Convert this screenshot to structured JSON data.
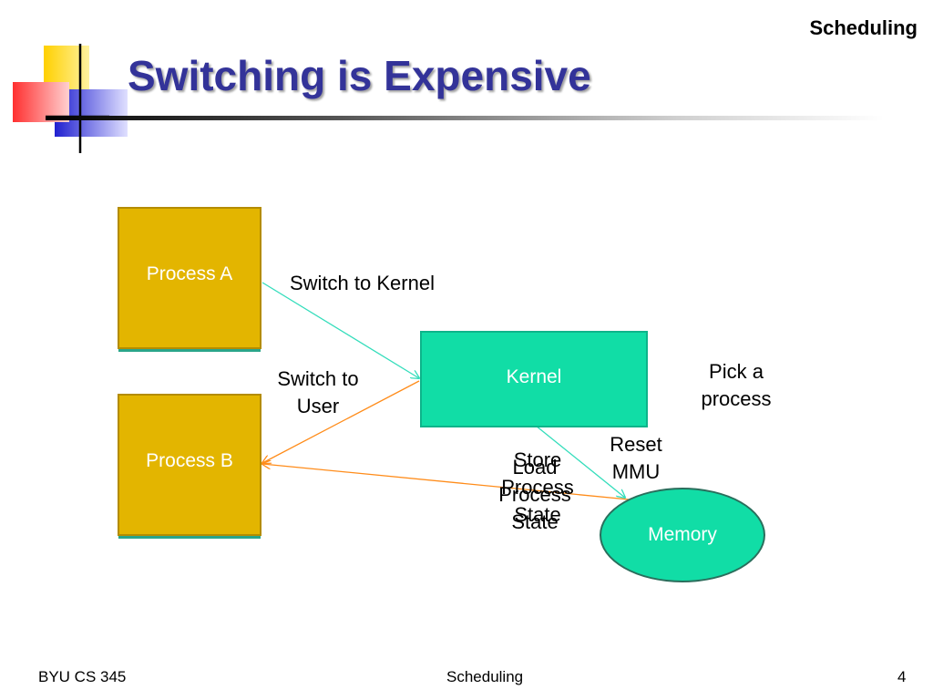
{
  "header": {
    "section": "Scheduling"
  },
  "slide": {
    "title": "Switching is Expensive"
  },
  "diagram": {
    "nodes": {
      "process_a": "Process A",
      "process_b": "Process B",
      "kernel": "Kernel",
      "memory": "Memory"
    },
    "labels": {
      "switch_to_kernel": "Switch to Kernel",
      "switch_to_user_1": "Switch to",
      "switch_to_user_2": "User",
      "pick_1": "Pick a",
      "pick_2": "process",
      "reset_1": "Reset",
      "reset_2": "MMU",
      "store_1": "Store",
      "store_2": "Process",
      "store_3": "State",
      "load_1": "Load",
      "load_2": "Process",
      "load_3": "State"
    },
    "colors": {
      "to_kernel_arrow": "#33ddbb",
      "to_user_arrow": "#ff8c1a"
    }
  },
  "footer": {
    "left": "BYU CS 345",
    "center": "Scheduling",
    "page": "4"
  }
}
